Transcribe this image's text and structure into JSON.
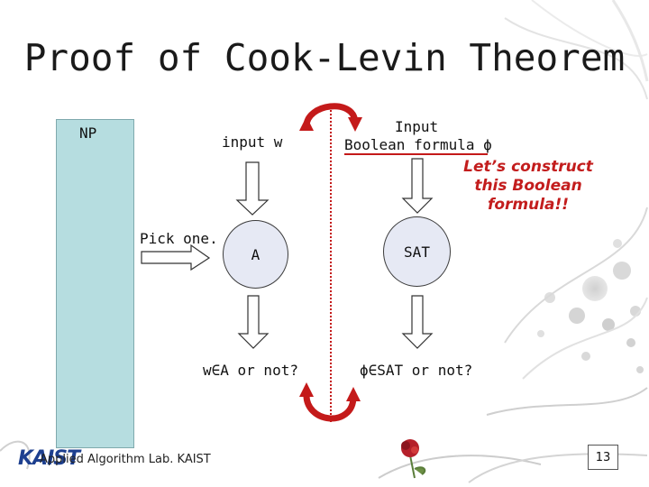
{
  "slide": {
    "title": "Proof of Cook-Levin Theorem",
    "np_label": "NP",
    "input_w": "input w",
    "pick_one": "Pick one.",
    "node_a": "A",
    "node_sat": "SAT",
    "input_label_line1": "Input",
    "input_label_line2": "Boolean formula ϕ",
    "note_line1": "Let’s construct",
    "note_line2": "this Boolean",
    "note_line3": "formula!!",
    "left_question": "w∈A or not?",
    "right_question": "ϕ∈SAT or not?",
    "footer": "Applied Algorithm Lab. KAIST",
    "logo_text": "KAIST",
    "page_number": "13"
  },
  "colors": {
    "np_box": "#b6dde0",
    "circle_fill": "#e6e9f4",
    "arrow_red": "#c41a1a",
    "note_red": "#c31d1d",
    "underline_red": "#c41a1a"
  }
}
